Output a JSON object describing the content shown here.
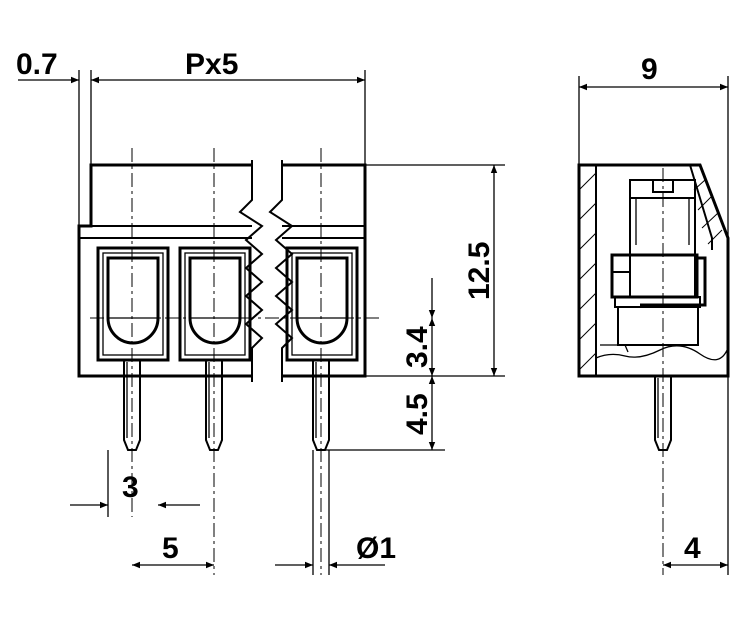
{
  "dimensions": {
    "offset": "0.7",
    "pitch_total": "Px5",
    "height": "12.5",
    "pin_offset": "3.4",
    "pin_length": "4.5",
    "socket_width": "3",
    "pitch": "5",
    "pin_diameter": "Ø1",
    "side_width": "9",
    "side_pin_offset": "4"
  }
}
